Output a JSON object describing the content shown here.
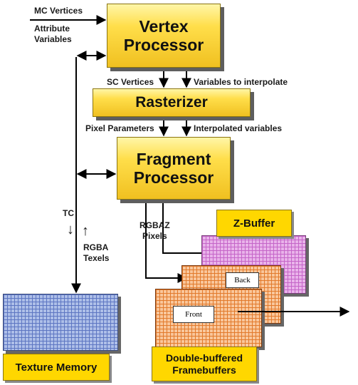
{
  "inputs": {
    "mc_vertices": "MC Vertices",
    "attribute_line1": "Attribute",
    "attribute_line2": "Variables"
  },
  "vertex_processor": {
    "line1": "Vertex",
    "line2": "Processor"
  },
  "vertex_outputs": {
    "sc_vertices": "SC Vertices",
    "variables_to_interpolate": "Variables to interpolate"
  },
  "rasterizer": {
    "label": "Rasterizer"
  },
  "raster_outputs": {
    "pixel_parameters": "Pixel Parameters",
    "interpolated_variables": "Interpolated variables"
  },
  "fragment_processor": {
    "line1": "Fragment",
    "line2": "Processor"
  },
  "fragment_outputs": {
    "rgbaz_line1": "RGBAZ",
    "rgbaz_line2": "Pixels"
  },
  "texture_link": {
    "tc": "TC",
    "tc_arrow": "↓",
    "rgba_arrow": "↑",
    "rgba_line1": "RGBA",
    "rgba_line2": "Texels"
  },
  "zbuffer": {
    "label": "Z-Buffer"
  },
  "framebuffers": {
    "back": "Back",
    "front": "Front",
    "caption_line1": "Double-buffered",
    "caption_line2": "Framebuffers"
  },
  "texture_memory": {
    "label": "Texture Memory"
  },
  "colors": {
    "processor_gold": "#ffde4a",
    "label_yellow": "#ffd700",
    "zbuffer_pink": "#e9b3ea",
    "framebuffer_orange": "#f9c79c",
    "texture_blue": "#aebfe8"
  }
}
